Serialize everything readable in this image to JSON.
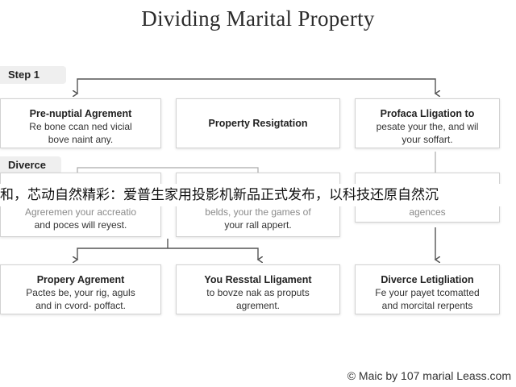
{
  "title": "Dividing Marital Property",
  "labels": {
    "step": "Step 1",
    "divorce": "Diverce"
  },
  "row1": [
    {
      "heading": "Pre-nuptial Agrement",
      "lines": [
        "Re bone ccan ned vicial",
        "bove naint any."
      ]
    },
    {
      "heading": "Property Resigtation",
      "lines": []
    },
    {
      "heading": "Profaca Lligation to",
      "lines": [
        "pesate your the, and wil",
        "your soffart."
      ]
    }
  ],
  "row2": [
    {
      "lines": [
        "Agreremen your accreatio",
        "and poces will reyest."
      ]
    },
    {
      "lines": [
        "belds, your the games of",
        "your rall appert."
      ]
    },
    {
      "lines": [
        "agences"
      ]
    }
  ],
  "row3": [
    {
      "heading": "Propery Agrement",
      "lines": [
        "Pactes be, your rig, aguls",
        "and in cvord- poffact."
      ]
    },
    {
      "heading": "You Resstal Lligament",
      "lines": [
        "to bovze nak as proputs",
        "agrement."
      ]
    },
    {
      "heading": "Diverce Letigliation",
      "lines": [
        "Fe your payet tcomatted",
        "and morcital rerpents"
      ]
    }
  ],
  "banner": "和，芯动自然精彩：爱普生家用投影机新品正式发布，以科技还原自然沉",
  "credit": "© Maic by 107 marial Leass.com",
  "colors": {
    "line": "#555555",
    "tab_bg": "#efefef",
    "box_border": "#d2d2d2"
  }
}
